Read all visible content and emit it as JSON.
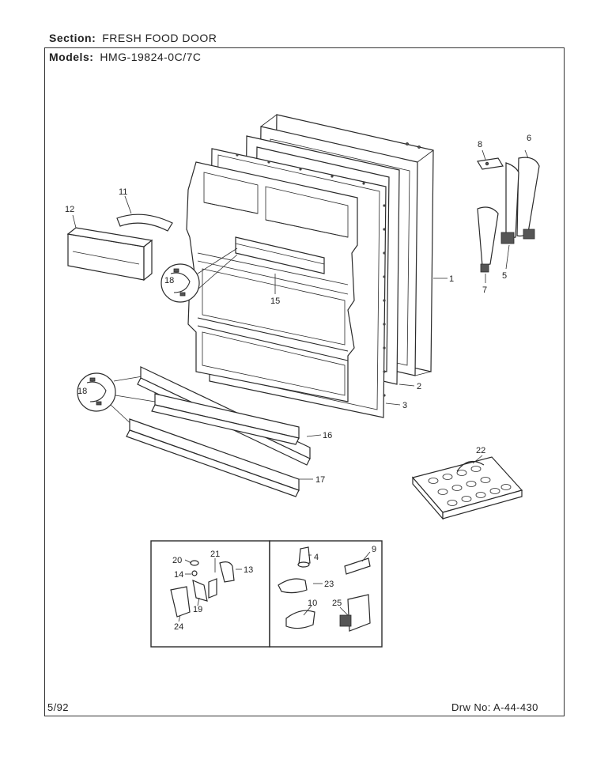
{
  "header": {
    "section_label": "Section:",
    "section_value": "FRESH FOOD DOOR",
    "models_label": "Models:",
    "models_value": "HMG-19824-0C/7C"
  },
  "footer": {
    "date": "5/92",
    "drawing_no": "Drw No: A-44-430"
  },
  "callouts": {
    "p1": "1",
    "p2": "2",
    "p3": "3",
    "p4": "4",
    "p5": "5",
    "p6": "6",
    "p7": "7",
    "p8": "8",
    "p9": "9",
    "p10": "10",
    "p11": "11",
    "p12": "12",
    "p13": "13",
    "p14": "14",
    "p15": "15",
    "p16": "16",
    "p17": "17",
    "p18a": "18",
    "p18b": "18",
    "p19": "19",
    "p20": "20",
    "p21": "21",
    "p22": "22",
    "p23": "23",
    "p24": "24",
    "p25": "25"
  }
}
